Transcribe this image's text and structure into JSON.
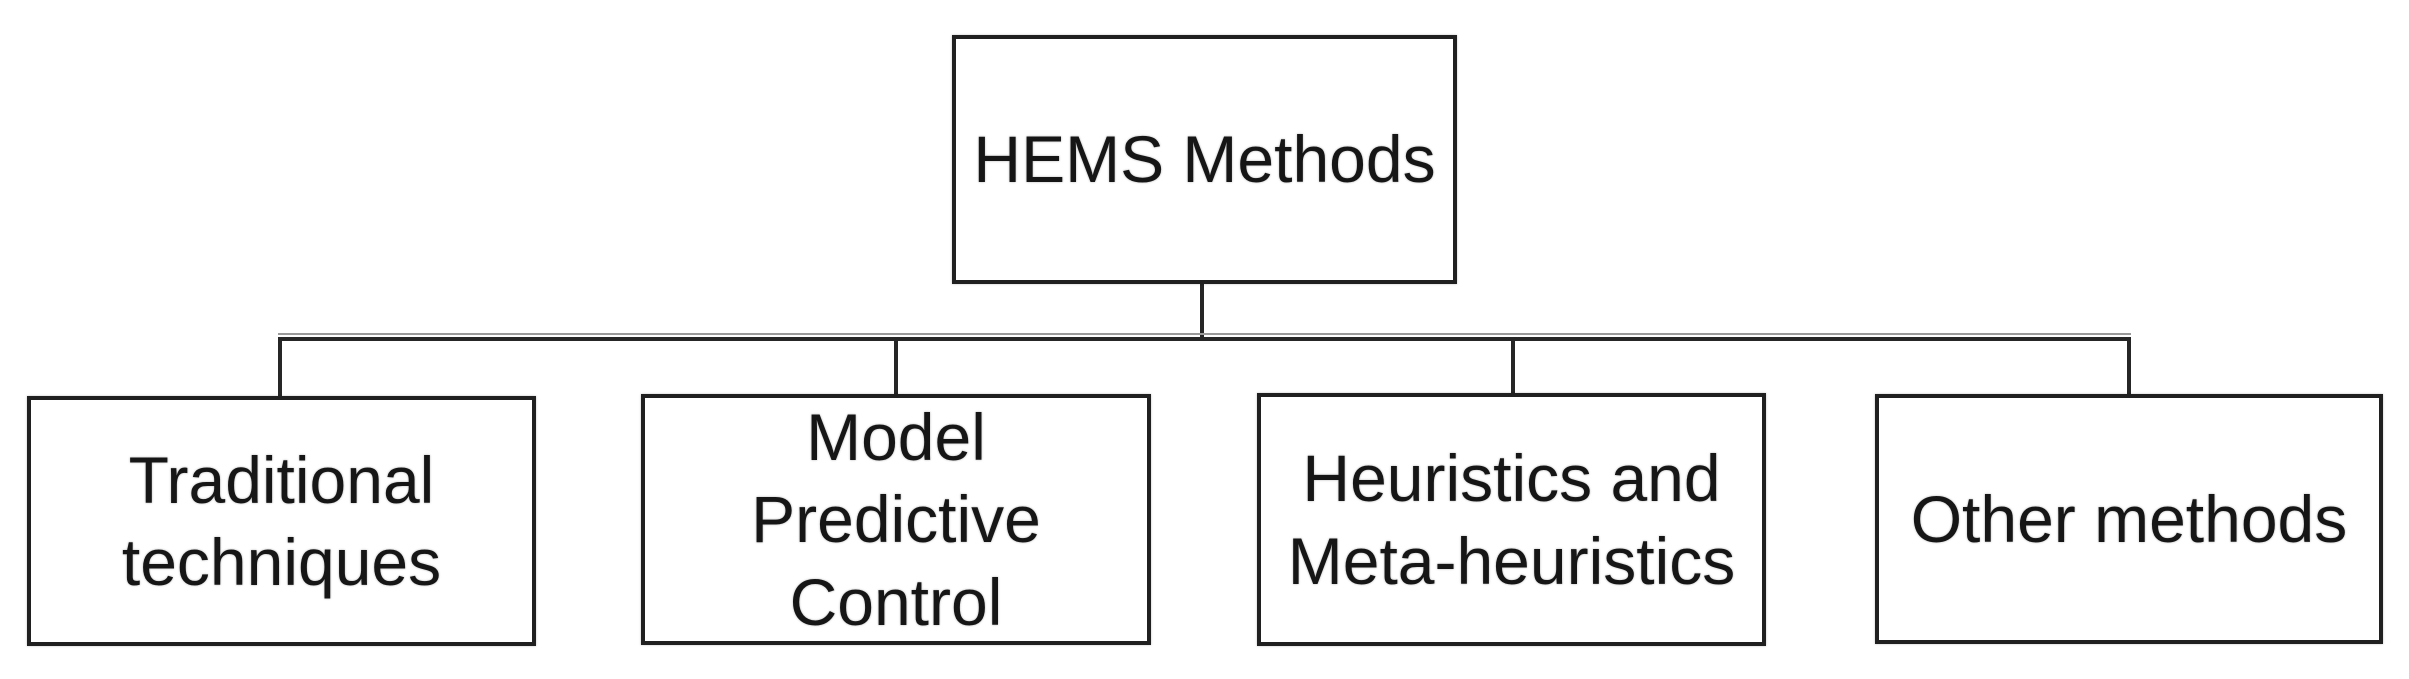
{
  "diagram_type": "hierarchy",
  "nodes": {
    "root": {
      "label": "HEMS Methods"
    },
    "children": [
      {
        "label": "Traditional\ntechniques"
      },
      {
        "label": "Model\nPredictive\nControl"
      },
      {
        "label": "Heuristics and\nMeta-heuristics"
      },
      {
        "label": "Other methods"
      }
    ]
  },
  "edges": [
    {
      "from": "HEMS Methods",
      "to": "Traditional techniques"
    },
    {
      "from": "HEMS Methods",
      "to": "Model Predictive Control"
    },
    {
      "from": "HEMS Methods",
      "to": "Heuristics and Meta-heuristics"
    },
    {
      "from": "HEMS Methods",
      "to": "Other methods"
    }
  ],
  "colors": {
    "background": "#ffffff",
    "box_border": "#202020",
    "text": "#161616",
    "connector": "#262626",
    "connector_fringe": "#9a9a9a"
  }
}
